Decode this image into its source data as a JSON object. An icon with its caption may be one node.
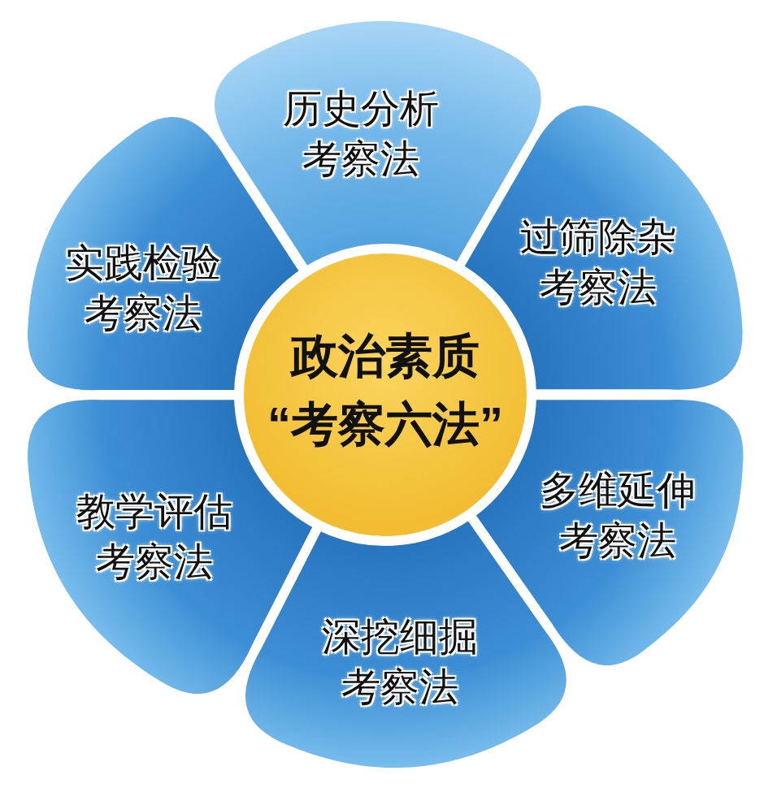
{
  "diagram": {
    "nodes": [
      {
        "text": [
          "政治素质“考察六法”"
        ]
      },
      {
        "text": [
          "历史分析考察法"
        ]
      },
      {
        "text": [
          "过筛除杂考察法"
        ]
      },
      {
        "text": [
          "多维延伸考察法"
        ]
      },
      {
        "text": [
          "深挖细掘考察法"
        ]
      },
      {
        "text": [
          "教学评估考察法"
        ]
      },
      {
        "text": [
          "实践检验考察法"
        ]
      }
    ]
  }
}
